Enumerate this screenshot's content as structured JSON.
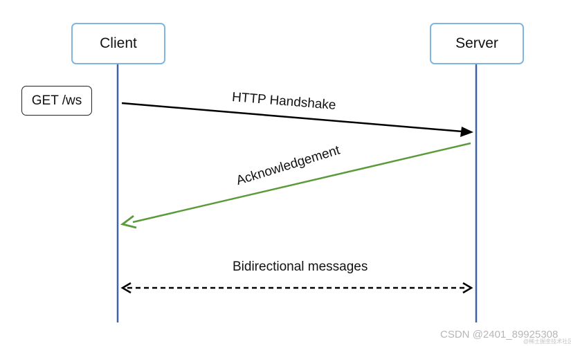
{
  "actors": {
    "client_label": "Client",
    "server_label": "Server"
  },
  "request_note": "GET /ws",
  "messages": {
    "handshake": "HTTP Handshake",
    "acknowledgement": "Acknowledgement",
    "bidirectional": "Bidirectional messages"
  },
  "watermark": {
    "main": "CSDN @2401_89925308",
    "sub": "@稀土掘金技术社区"
  },
  "colors": {
    "lifeline": "#3d62a8",
    "actor_border": "#7eb6df",
    "handshake_arrow": "#000000",
    "ack_arrow": "#5b9a3a",
    "bidi_arrow": "#000000"
  }
}
